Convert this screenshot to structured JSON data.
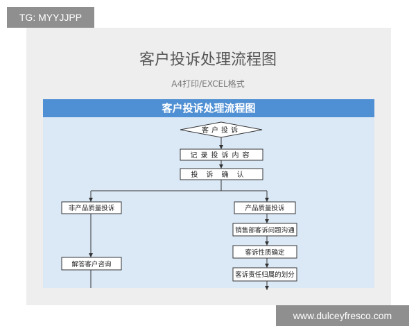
{
  "tag": "TG: MYYJJPP",
  "title": "客户投诉处理流程图",
  "subtitle": "A4打印/EXCEL格式",
  "banner": "客户投诉处理流程图",
  "nodes": {
    "start": "客户投诉",
    "record": "记录投诉内容",
    "confirm": "投诉确认",
    "non_product": "非产品质量投诉",
    "product": "产品质量投诉",
    "sales_comm": "销售部客诉问题沟通",
    "nature": "客诉性质确定",
    "responsibility": "客诉责任归属的划分",
    "answer": "解答客户咨询"
  },
  "watermark": "www.dulceyfresco.com",
  "colors": {
    "banner": "#4f8fd3",
    "panel": "#dbe9f7",
    "node_fill": "#ffffff",
    "line": "#333333"
  }
}
